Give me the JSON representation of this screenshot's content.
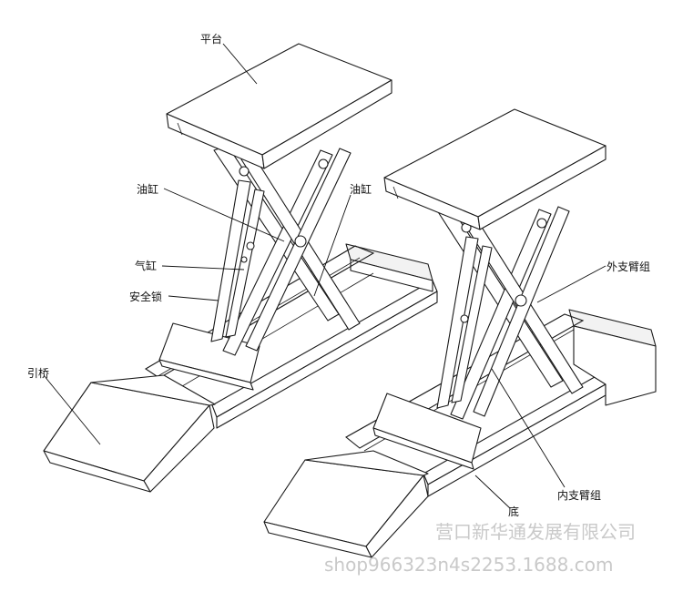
{
  "labels": {
    "platform": "平台",
    "cylinder_left": "油缸",
    "cylinder_right": "油缸",
    "gas_spring": "气缸",
    "safety_lock": "安全锁",
    "outer_arm": "外支臂组",
    "ramp": "引桥",
    "inner_arm": "内支臂组",
    "base": "底"
  },
  "watermark": {
    "company": "营口新华通发展有限公司",
    "shop": "shop966323n4s2253.1688.com"
  },
  "colors": {
    "line": "#1a1a1a",
    "watermark": "#c9c9c9"
  }
}
